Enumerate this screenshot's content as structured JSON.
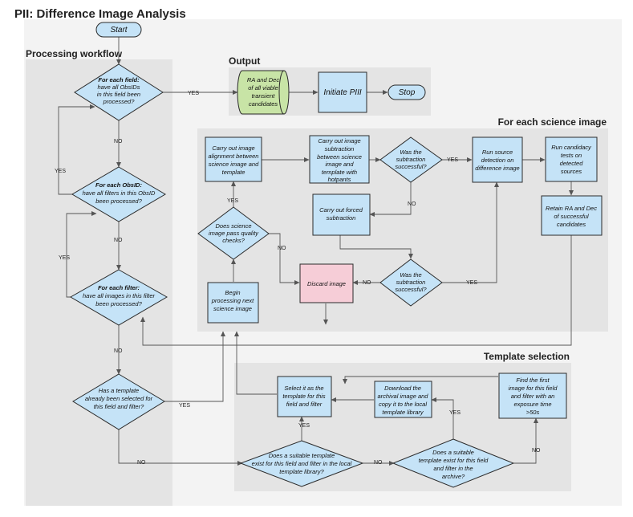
{
  "title": "PII: Difference Image Analysis",
  "sections": {
    "processing": "Processing workflow",
    "output": "Output",
    "science": "For each science image",
    "template": "Template selection"
  },
  "nodes": {
    "start": "Start",
    "field_q_1": "For each field:",
    "field_q_2": "have all ObsIDs",
    "field_q_3": "in this field been",
    "field_q_4": "processed?",
    "obsid_q_1": "For each ObsID:",
    "obsid_q_2": "have all filters in this ObsID",
    "obsid_q_3": "been processed?",
    "filter_q_1": "For each filter:",
    "filter_q_2": "have all images in this filter",
    "filter_q_3": "been processed?",
    "tmpl_q_1": "Has a template",
    "tmpl_q_2": "already been selected for",
    "tmpl_q_3": "this field and filter?",
    "out_1": "RA and Dec",
    "out_2": "of all viable",
    "out_3": "transient",
    "out_4": "candidates",
    "initiate": "Initiate PIII",
    "stop": "Stop",
    "align_1": "Carry out image",
    "align_2": "alignment between",
    "align_3": "science image and",
    "align_4": "template",
    "sub_1": "Carry out image",
    "sub_2": "subtraction",
    "sub_3": "between science",
    "sub_4": "image and",
    "sub_5": "template with",
    "sub_6": "hotpants",
    "succ1_1": "Was the",
    "succ1_2": "subtraction",
    "succ1_3": "successful?",
    "detect_1": "Run source",
    "detect_2": "detection on",
    "detect_3": "difference image",
    "cand_1": "Run candidacy",
    "cand_2": "tests on",
    "cand_3": "detected",
    "cand_4": "sources",
    "forced_1": "Carry out forced",
    "forced_2": "subtraction",
    "retain_1": "Retain RA and Dec",
    "retain_2": "of successful",
    "retain_3": "candidates",
    "qual_1": "Does science",
    "qual_2": "image pass quality",
    "qual_3": "checks?",
    "discard": "Discard image",
    "succ2_1": "Was the",
    "succ2_2": "subtraction",
    "succ2_3": "successful?",
    "begin_1": "Begin",
    "begin_2": "processing next",
    "begin_3": "science image",
    "select_1": "Select it as the",
    "select_2": "template for this",
    "select_3": "field and filter",
    "download_1": "Download the",
    "download_2": "archival image and",
    "download_3": "copy it to the local",
    "download_4": "template library",
    "first_1": "Find the first",
    "first_2": "image for this field",
    "first_3": "and filter with an",
    "first_4": "exposure time",
    "first_5": ">50s",
    "local_1": "Does a suitable template",
    "local_2": "exist for this field and filter in the local",
    "local_3": "template library?",
    "arch_1": "Does a suitable",
    "arch_2": "template exist for this field",
    "arch_3": "and filter in the",
    "arch_4": "archive?"
  },
  "labels": {
    "yes": "YES",
    "no": "NO"
  }
}
